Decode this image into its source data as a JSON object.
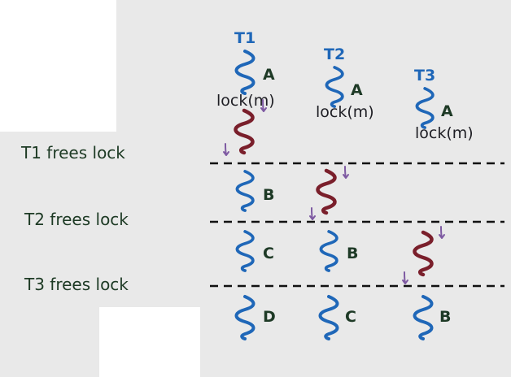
{
  "colors": {
    "background": "#e9e9e9",
    "thread_blue": "#1f67b8",
    "waiting_maroon": "#7a1f2b",
    "handwriting_dark": "#1e1e24",
    "free_label_green": "#1d3a24",
    "divider_black": "#111111",
    "arrow_purple": "#7e5aa2"
  },
  "threads": [
    {
      "name": "T1",
      "lock_label": "lock(m)"
    },
    {
      "name": "T2",
      "lock_label": "lock(m)"
    },
    {
      "name": "T3",
      "lock_label": "lock(m)"
    }
  ],
  "segments": {
    "t1": {
      "a": "A",
      "b": "B",
      "c": "C",
      "d": "D"
    },
    "t2": {
      "a": "A",
      "b": "B",
      "c": "C"
    },
    "t3": {
      "a": "A",
      "b": "B"
    }
  },
  "dividers": [
    {
      "label": "T1 frees lock"
    },
    {
      "label": "T2 frees lock"
    },
    {
      "label": "T3 frees lock"
    }
  ],
  "icons": {
    "running": "blue-squiggle-icon",
    "waiting": "maroon-squiggle-icon",
    "wake": "wake-arrow-icon"
  }
}
